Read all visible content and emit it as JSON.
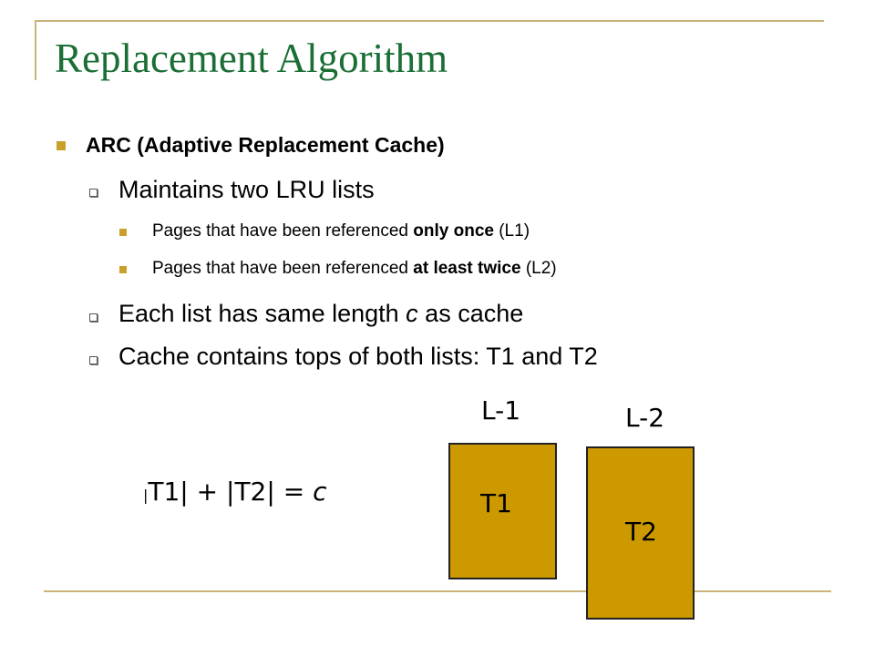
{
  "slide": {
    "title": "Replacement Algorithm",
    "bullet1": "ARC (Adaptive Replacement Cache)",
    "sub1": "Maintains two LRU lists",
    "sub1_items": [
      {
        "pre": "Pages that have been referenced ",
        "bold": "only once",
        "post": " (L1)"
      },
      {
        "pre": "Pages that have been referenced ",
        "bold": "at least twice",
        "post": " (L2)"
      }
    ],
    "sub2_pre": "Each list has same length ",
    "sub2_var": "c",
    "sub2_post": " as cache",
    "sub3": "Cache contains tops of both lists: T1 and T2",
    "formula_pre": "T1| + |T2| = ",
    "formula_var": "c",
    "formula_bar": "|"
  },
  "diagram": {
    "list1_label": "L-1",
    "list2_label": "L-2",
    "box1_label": "T1",
    "box2_label": "T2",
    "box_color": "#cc9900"
  },
  "colors": {
    "title": "#1a6f35",
    "bullet": "#c9a12a",
    "frame": "#c9b47a"
  }
}
